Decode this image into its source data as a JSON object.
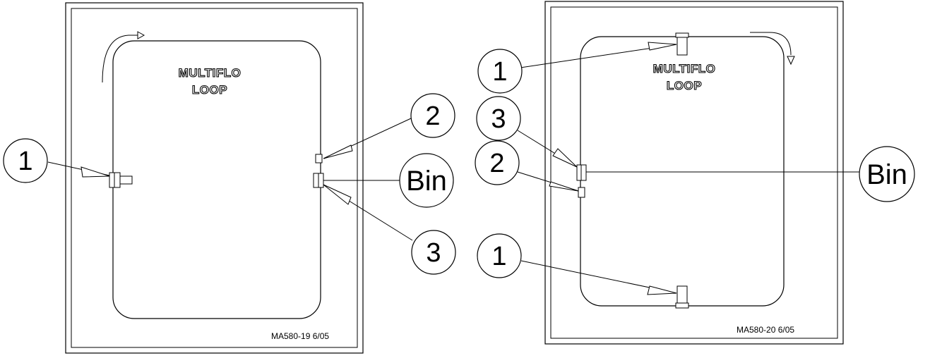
{
  "left_diagram": {
    "title_line1": "MULTIFLO",
    "title_line2": "LOOP",
    "drawing_code": "MA580-19 6/05",
    "callouts": {
      "left_1": "1",
      "right_2": "2",
      "right_bin": "Bin",
      "right_3": "3"
    }
  },
  "right_diagram": {
    "title_line1": "MULTIFLO",
    "title_line2": "LOOP",
    "drawing_code": "MA580-20 6/05",
    "callouts": {
      "top_1": "1",
      "mid_3": "3",
      "mid_2": "2",
      "bottom_1": "1",
      "right_bin": "Bin"
    }
  }
}
